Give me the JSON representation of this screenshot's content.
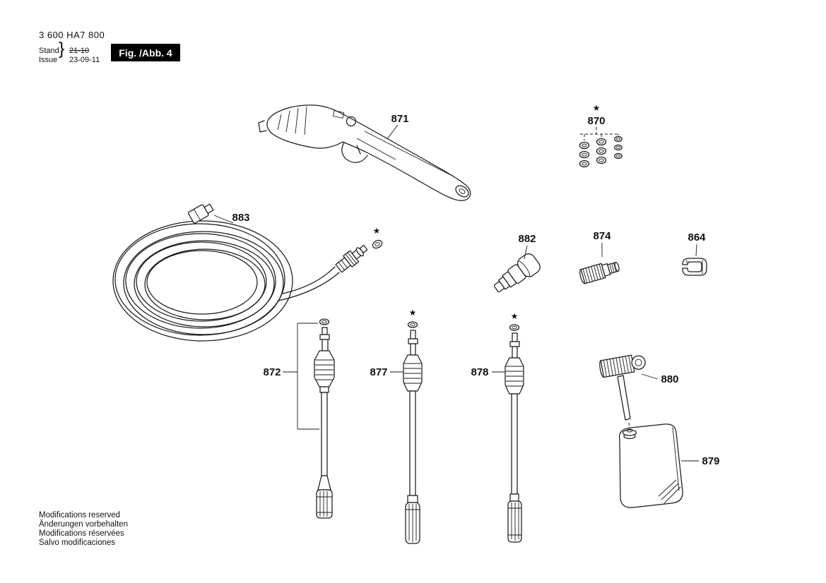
{
  "header": {
    "part_number": "3 600 HA7 800",
    "stand_label": "Stand",
    "stand_value": "21-10",
    "issue_label": "Issue",
    "issue_value": "23-09-11",
    "brace": "}",
    "figure_label": "Fig. /Abb. 4"
  },
  "symbols": {
    "star": "★"
  },
  "labels": {
    "gun": "871",
    "oring_kit": "870",
    "hose": "883",
    "adapter": "882",
    "coupling": "874",
    "clip": "864",
    "lance_left": "872",
    "lance_mid": "877",
    "lance_right": "878",
    "elbow_nozzle": "880",
    "tank": "879"
  },
  "footer": {
    "line1": "Modifications reserved",
    "line2": "Änderungen vorbehalten",
    "line3": "Modifications réservées",
    "line4": "Salvo modificaciones"
  }
}
